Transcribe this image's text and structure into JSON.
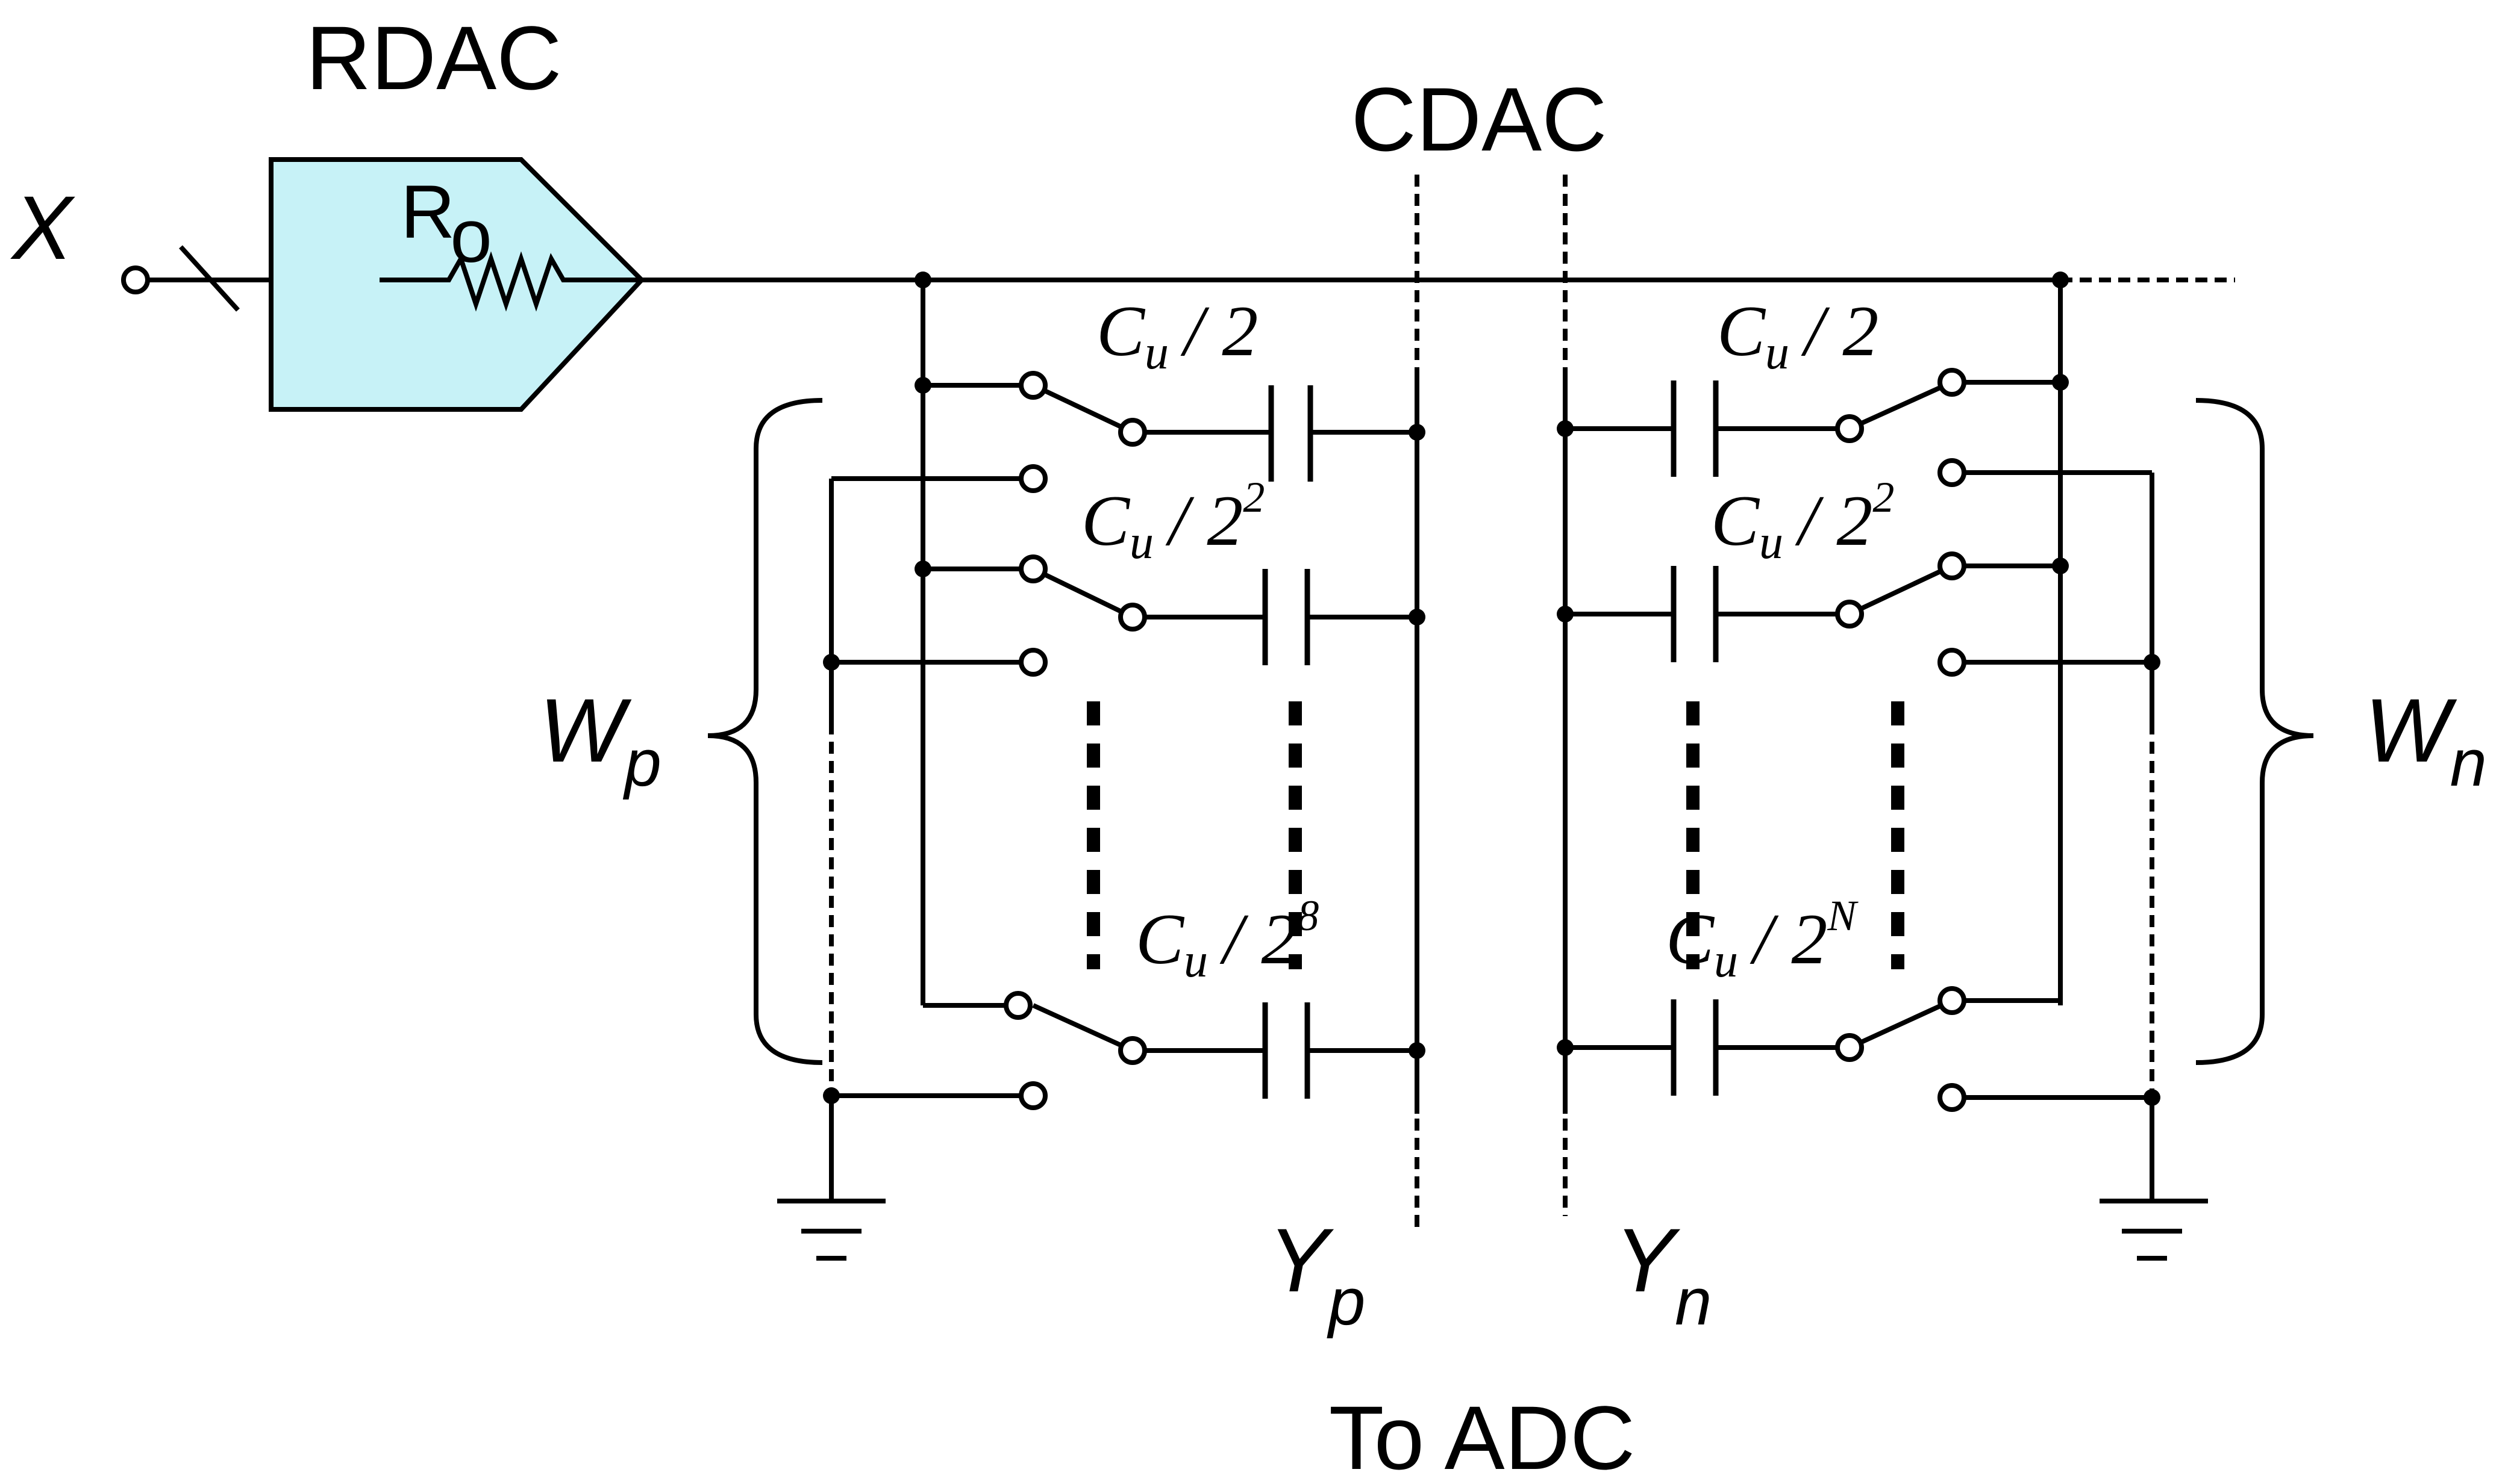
{
  "labels": {
    "rdac": "RDAC",
    "cdac": "CDAC",
    "input": "X",
    "resistor_main": "R",
    "resistor_sub": "o",
    "wp_main": "W",
    "wp_sub": "p",
    "wn_main": "W",
    "wn_sub": "n",
    "yp_main": "Y",
    "yp_sub": "p",
    "yn_main": "Y",
    "yn_sub": "n",
    "to_adc": "To ADC"
  },
  "capacitors": {
    "left": [
      {
        "c": "C",
        "sub": "u",
        "div": "/ 2",
        "exp": ""
      },
      {
        "c": "C",
        "sub": "u",
        "div": "/ 2",
        "exp": "2"
      },
      {
        "c": "C",
        "sub": "u",
        "div": "/ 2",
        "exp": "8"
      }
    ],
    "right": [
      {
        "c": "C",
        "sub": "u",
        "div": "/ 2",
        "exp": ""
      },
      {
        "c": "C",
        "sub": "u",
        "div": "/ 2",
        "exp": "2"
      },
      {
        "c": "C",
        "sub": "u",
        "div": "/ 2",
        "exp": "N"
      }
    ]
  },
  "colors": {
    "rdac_fill": "#c7f2f7",
    "line": "#000000",
    "background": "#ffffff"
  }
}
